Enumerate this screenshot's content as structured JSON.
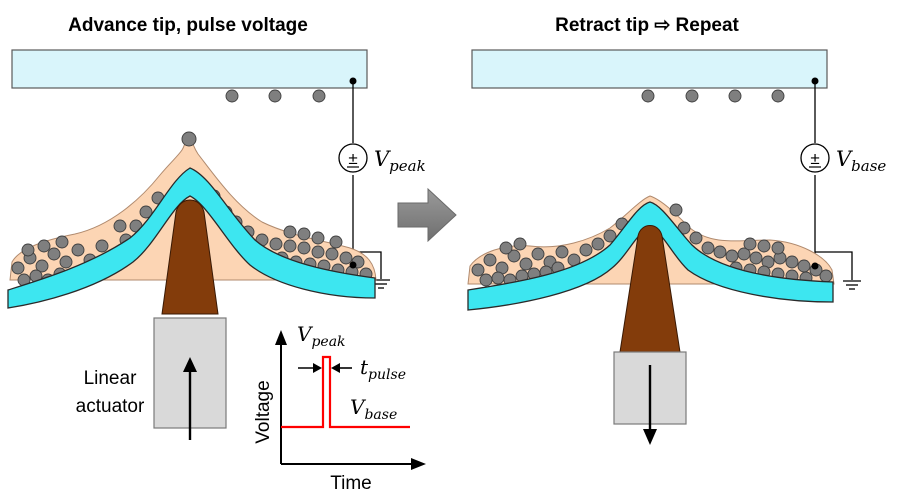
{
  "left_panel": {
    "title": "Advance tip, pulse voltage",
    "voltage_symbol": "V",
    "voltage_subscript": "peak",
    "actuator_label_line1": "Linear",
    "actuator_label_line2": "actuator"
  },
  "right_panel": {
    "title": "Retract tip ⇨ Repeat",
    "voltage_symbol": "V",
    "voltage_subscript": "base"
  },
  "pulse_plot": {
    "y_axis_label": "Voltage",
    "x_axis_label": "Time",
    "peak_symbol": "V",
    "peak_subscript": "peak",
    "pulse_width_symbol": "t",
    "pulse_width_subscript": "pulse",
    "base_symbol": "V",
    "base_subscript": "base"
  },
  "power_source_sign": "±",
  "colors": {
    "substrate": "#d9f5fb",
    "membrane": "#3de6f0",
    "liquid": "#fcd5b4",
    "particle": "#7f7f7f",
    "tip": "#833c0b",
    "actuator": "#d9d9d9",
    "pulse": "#ff0000",
    "arrow": "#808080"
  }
}
